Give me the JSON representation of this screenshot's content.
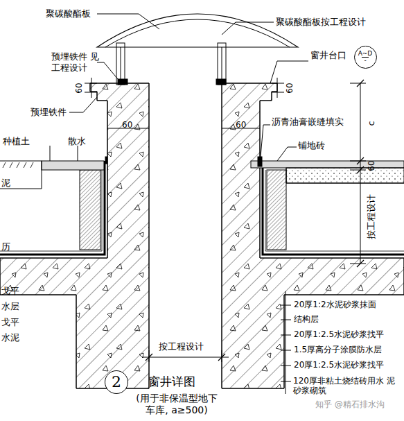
{
  "diagram": {
    "title": "窗井详图",
    "caption": "(用于非保温型地下 车库, a≥500)",
    "nodes": [
      {
        "text": [
          "A~D",
          "-"
        ]
      },
      {
        "text": [
          "2"
        ]
      }
    ],
    "labels": [
      "聚碳酸酯板",
      "聚碳酸酯板按工程设计",
      "预埋铁件 见工程设计",
      "窗井台口",
      "60",
      "60",
      "预埋铁件",
      "60",
      "60",
      "种植土",
      "散水",
      "沥青油膏嵌缝填实",
      "铺地砖",
      "c",
      "60",
      "按工程设计",
      "泥",
      "历",
      "戈平",
      "水层",
      "戈平",
      "水泥",
      "20厚1:2水泥砂浆抹面",
      "结构层",
      "20厚1:2.5水泥砂浆找平",
      "1.5厚高分子涂膜防水层",
      "20厚1:2.5水泥砂浆找平",
      "120厚非粘土烧结砖用水 泥砂浆砌筑",
      "按工程设计",
      "知乎 @精石排水沟"
    ]
  }
}
